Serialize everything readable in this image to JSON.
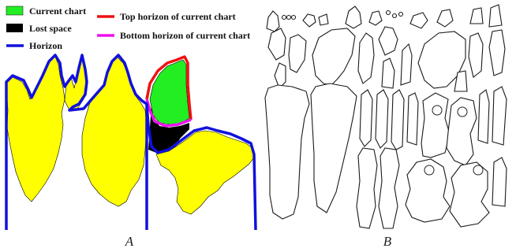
{
  "panel_a": {
    "caption": "A",
    "legend": {
      "current_chart": {
        "label": "Current chart",
        "color": "#22ee22"
      },
      "lost_space": {
        "label": "Lost space",
        "color": "#000000"
      },
      "horizon": {
        "label": "Horizon",
        "color": "#1111dd"
      },
      "top_horizon": {
        "label": "Top horizon of current chart",
        "color": "#ee1111"
      },
      "bottom_horizon": {
        "label": "Bottom horizon of current chart",
        "color": "#ee11ee"
      }
    },
    "chart_fill_color": "#ffff00"
  },
  "panel_b": {
    "caption": "B"
  }
}
